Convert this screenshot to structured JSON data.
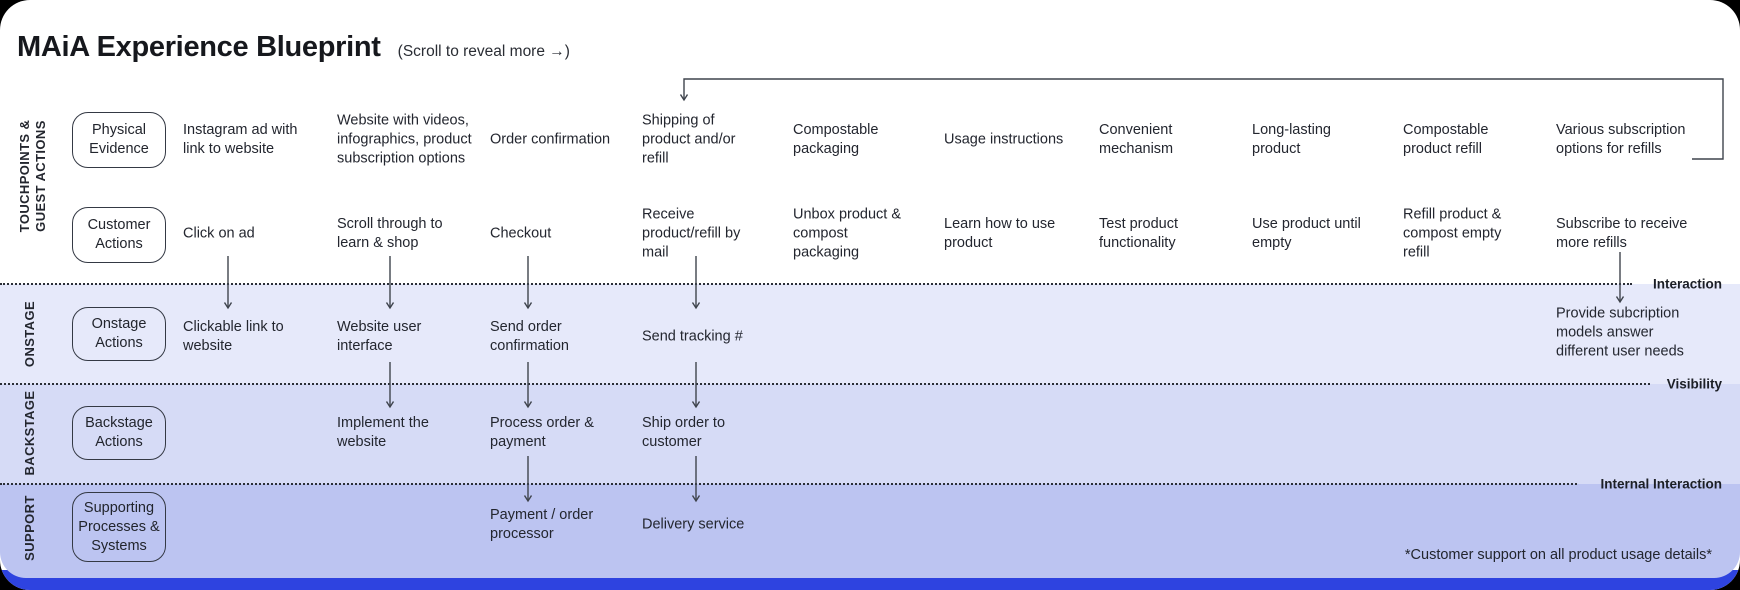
{
  "page": {
    "title": "MAiA Experience Blueprint",
    "subtitle": "(Scroll to reveal more →)"
  },
  "lanes": {
    "touchpoints_line1": "TOUCHPOINTS &",
    "touchpoints_line2": "GUEST ACTIONS",
    "onstage": "ONSTAGE",
    "backstage": "BACKSTAGE",
    "support": "SUPPORT"
  },
  "row_headers": {
    "physical": "Physical Evidence",
    "customer": "Customer Actions",
    "onstage": "Onstage Actions",
    "backstage": "Backstage Actions",
    "support": "Supporting Processes & Systems"
  },
  "boundaries": {
    "interaction": "Interaction",
    "visibility": "Visibility",
    "internal": "Internal Interaction"
  },
  "matrix": {
    "physical": [
      "Instagram ad with link to website",
      "Website with videos, infographics, product subscription options",
      "Order confirmation",
      "Shipping of product and/or refill",
      "Compostable packaging",
      "Usage instructions",
      "Convenient mechanism",
      "Long-lasting product",
      "Compostable product refill",
      "Various subscription options for refills"
    ],
    "customer": [
      "Click on ad",
      "Scroll through to learn & shop",
      "Checkout",
      "Receive product/refill by mail",
      "Unbox product & compost packaging",
      "Learn how to use product",
      "Test product functionality",
      "Use product until empty",
      "Refill product & compost empty refill",
      "Subscribe to receive more refills"
    ],
    "onstage": [
      "Clickable link to website",
      "Website user interface",
      "Send order confirmation",
      "Send tracking #",
      "Provide subcription models answer different user needs"
    ],
    "backstage": [
      "Implement the website",
      "Process order & payment",
      "Ship order to customer"
    ],
    "support": [
      "Payment / order processor",
      "Delivery service"
    ]
  },
  "footnote": "*Customer support on all product usage details*",
  "colors": {
    "onstage_band": "#e6e9fa",
    "backstage_band": "#d6dbf6",
    "support_band": "#bcc4f1",
    "bottom_bar": "#2e43e0",
    "text": "#23262f",
    "arrow": "#3f444d"
  }
}
